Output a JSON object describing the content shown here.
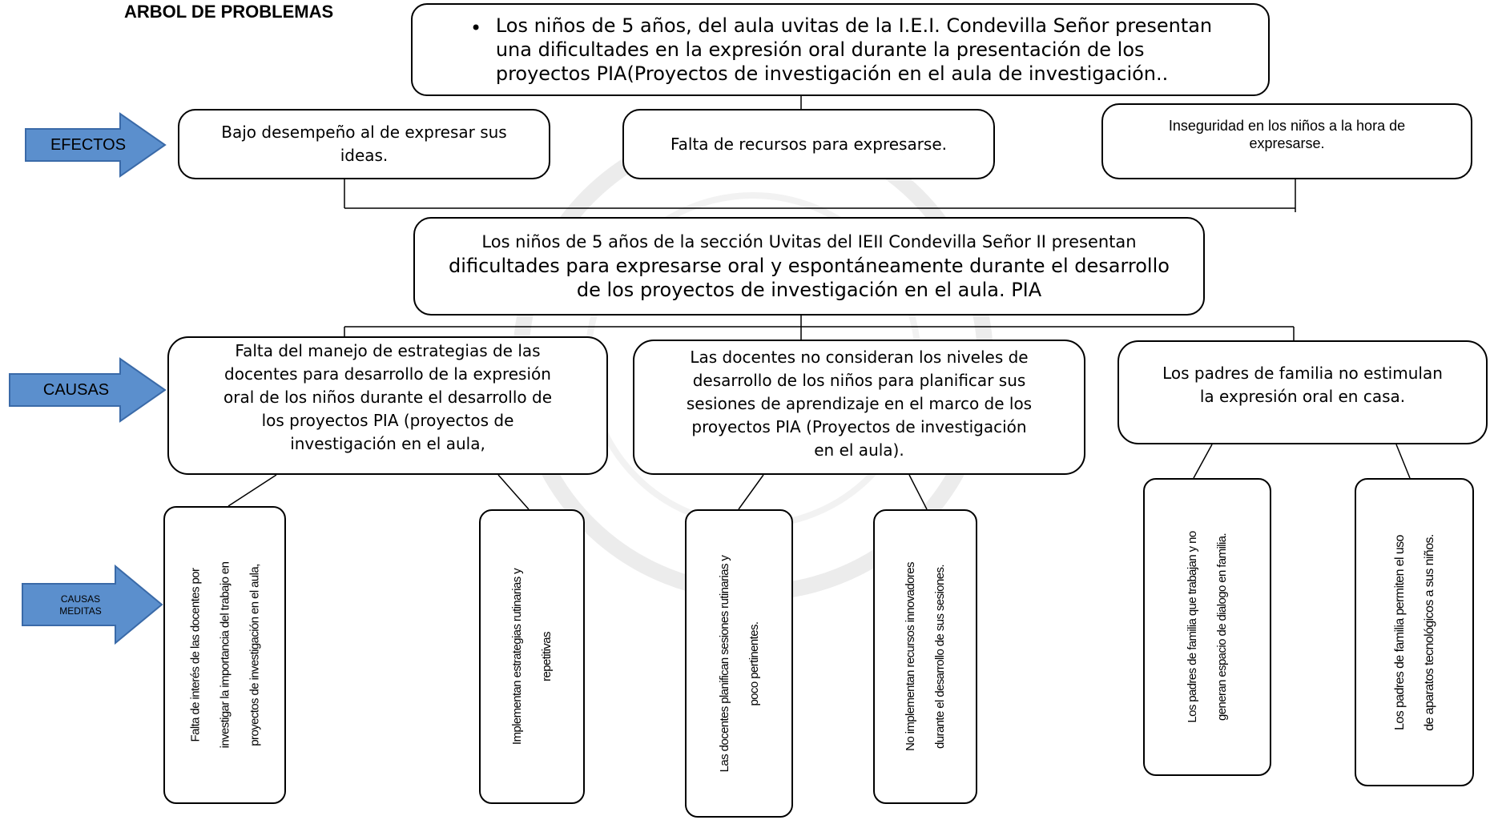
{
  "title": "ARBOL DE PROBLEMAS",
  "top_box": {
    "bullet": "•",
    "lines": [
      "Los niños de 5 años, del aula uvitas de la I.E.I. Condevilla Señor presentan",
      "una dificultades en la expresión oral durante la presentación de los",
      "proyectos PIA(Proyectos de investigación en el aula de investigación.."
    ]
  },
  "arrows": {
    "efectos": "EFECTOS",
    "causas": "CAUSAS",
    "causas_meditas_1": "CAUSAS",
    "causas_meditas_2": "MEDITAS",
    "color": "#5b8fcd",
    "border_color": "#3a6aa8"
  },
  "efectos": [
    {
      "line1": "Bajo desempeño al de expresar sus",
      "line2": "ideas."
    },
    {
      "line1": "Falta de recursos para expresarse."
    },
    {
      "line1": "Inseguridad en los niños a la hora de",
      "line2": "expresarse."
    }
  ],
  "central": {
    "lines": [
      "Los niños de 5 años de la sección Uvitas del IEII Condevilla Señor II presentan",
      "dificultades para expresarse oral y espontáneamente durante el desarrollo",
      "de los proyectos de investigación en el aula. PIA"
    ]
  },
  "causas": [
    {
      "lines": [
        "Falta del manejo de estrategias de las",
        "docentes para desarrollo de la expresión",
        "oral de los niños durante el desarrollo de",
        "los proyectos PIA (proyectos de",
        "investigación en el aula,"
      ]
    },
    {
      "lines": [
        "Las docentes no consideran los niveles de",
        "desarrollo de los niños para planificar sus",
        "sesiones de aprendizaje en el marco de los",
        "proyectos PIA  (Proyectos de investigación",
        "en el aula)."
      ]
    },
    {
      "lines": [
        "Los padres de familia no estimulan",
        "la expresión oral en casa."
      ]
    }
  ],
  "causas_meditas": [
    {
      "lines": [
        "Falta de interés de las docentes por",
        "investigar la importancia del trabajo en",
        "proyectos de investigación en el aula,"
      ]
    },
    {
      "lines": [
        "Implementan estrategias rutinarias y",
        "repetitivas"
      ]
    },
    {
      "lines": [
        "Las docentes planifican sesiones rutinarias y",
        "poco pertinentes."
      ]
    },
    {
      "lines": [
        "No implementan recursos innovadores",
        "durante el desarrollo  de sus sesiones."
      ]
    },
    {
      "lines": [
        "Los padres de familia que trabajan y no",
        "generan espacio de dialogo en familia."
      ]
    },
    {
      "lines": [
        "Los padres de familia permiten el uso",
        "de aparatos tecnológicos a sus niños."
      ]
    }
  ]
}
